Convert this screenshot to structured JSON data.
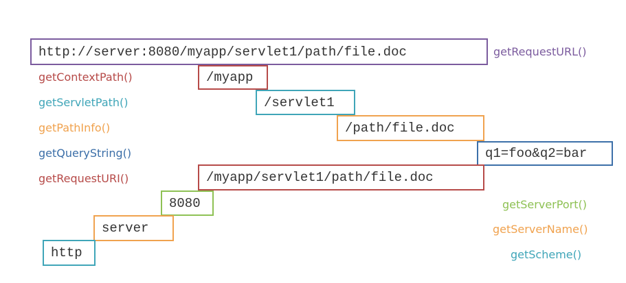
{
  "colors": {
    "purple": "#7b5b9e",
    "red": "#b64a48",
    "teal": "#3fa5b8",
    "orange": "#f0a24e",
    "blue": "#3c6fa8",
    "green": "#8ec154"
  },
  "boxes": {
    "full_url": "http://server:8080/myapp/servlet1/path/file.doc",
    "context_path": "/myapp",
    "servlet_path": "/servlet1",
    "path_info": "/path/file.doc",
    "query_string": "q1=foo&q2=bar",
    "request_uri": "/myapp/servlet1/path/file.doc",
    "port": "8080",
    "server": "server",
    "scheme": "http"
  },
  "labels": {
    "get_request_url": "getRequestURL()",
    "get_context_path": "getContextPath()",
    "get_servlet_path": "getServletPath()",
    "get_path_info": "getPathInfo()",
    "get_query_string": "getQueryString()",
    "get_request_uri": "getRequestURI()",
    "get_server_port": "getServerPort()",
    "get_server_name": "getServerName()",
    "get_scheme": "getScheme()"
  }
}
